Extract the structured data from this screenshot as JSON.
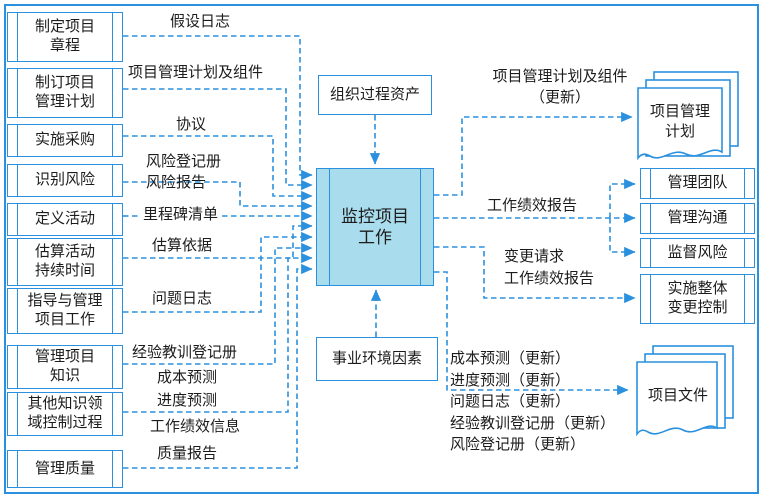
{
  "colors": {
    "line": "#2b90dd",
    "process_fill": "#a9dcec",
    "box_fill": "#ffffff",
    "text": "#1c1c1c"
  },
  "left_processes": [
    "制定项目\n章程",
    "制订项目\n管理计划",
    "实施采购",
    "识别风险",
    "定义活动",
    "估算活动\n持续时间",
    "指导与管理\n项目工作",
    "管理项目\n知识",
    "其他知识领\n域控制过程",
    "管理质量"
  ],
  "input_labels": {
    "assumption_log": "假设日志",
    "pm_plan_components": "项目管理计划及组件",
    "agreements": "协议",
    "risk_register": "风险登记册",
    "risk_report": "风险报告",
    "milestone_list": "里程碑清单",
    "basis_of_estimates": "估算依据",
    "issue_log": "问题日志",
    "lessons_learned_register": "经验教训登记册",
    "cost_forecasts": "成本预测",
    "schedule_forecasts": "进度预测",
    "work_performance_info": "工作绩效信息",
    "quality_report": "质量报告"
  },
  "center": {
    "top": "组织过程资产",
    "main": "监控项目\n工作",
    "bottom": "事业环境因素"
  },
  "right_processes": [
    "管理团队",
    "管理沟通",
    "监督风险",
    "实施整体\n变更控制"
  ],
  "output_labels": {
    "pm_plan_components_update": "项目管理计划及组件\n（更新）",
    "work_performance_reports": "工作绩效报告",
    "change_requests": "变更请求",
    "work_performance_reports2": "工作绩效报告"
  },
  "doc_updates": [
    "成本预测（更新）",
    "进度预测（更新）",
    "问题日志（更新）",
    "经验教训登记册（更新）",
    "风险登记册（更新）"
  ],
  "documents": {
    "pm_plan": "项目管理\n计划",
    "project_documents": "项目文件"
  }
}
